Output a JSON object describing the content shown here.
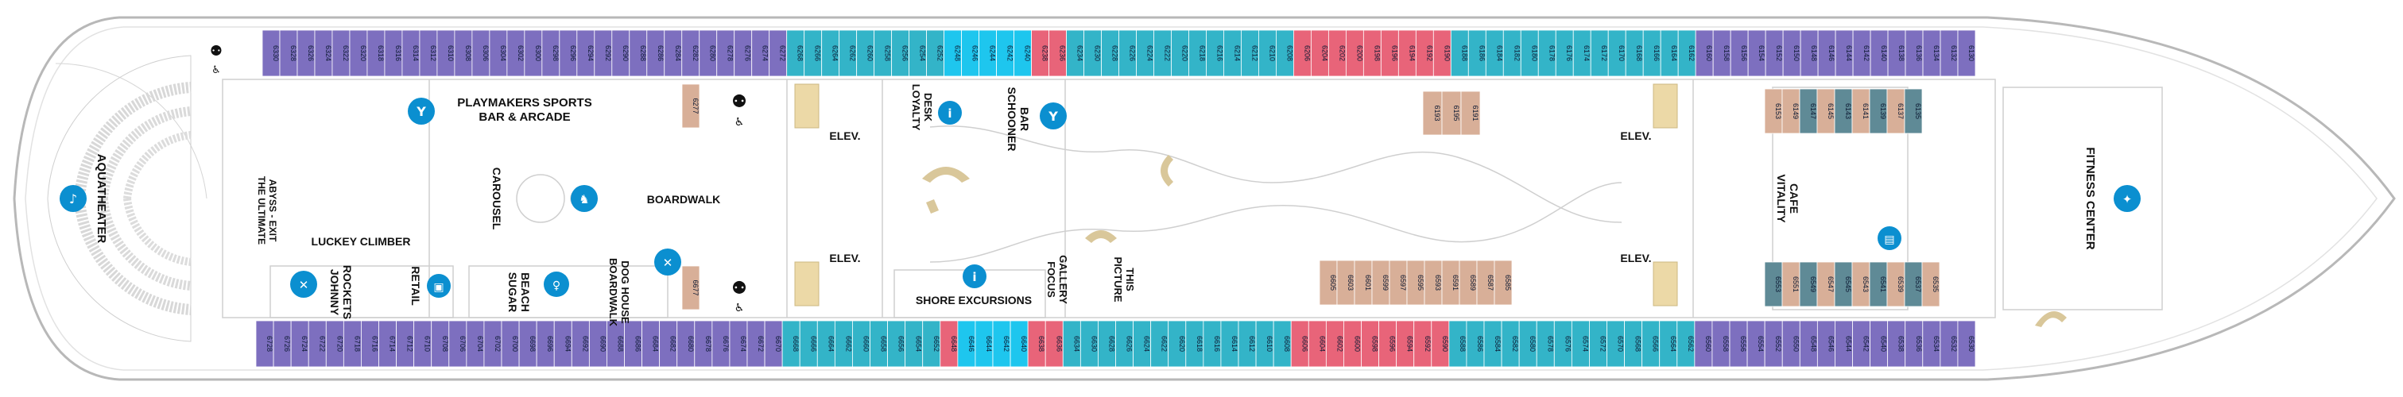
{
  "colors": {
    "purple": "#7d6fbf",
    "teal": "#33b4c8",
    "cyan": "#1ec6ee",
    "pink": "#e86479",
    "tan": "#d8af98",
    "slate": "#5f8a96",
    "accent_blue": "#0b8fd0",
    "elevator": "#ecd9a7"
  },
  "top_row": [
    {
      "n": "6330",
      "c": "purple"
    },
    {
      "n": "6328",
      "c": "purple"
    },
    {
      "n": "6326",
      "c": "purple"
    },
    {
      "n": "6324",
      "c": "purple"
    },
    {
      "n": "6322",
      "c": "purple"
    },
    {
      "n": "6320",
      "c": "purple"
    },
    {
      "n": "6318",
      "c": "purple"
    },
    {
      "n": "6316",
      "c": "purple"
    },
    {
      "n": "6314",
      "c": "purple"
    },
    {
      "n": "6312",
      "c": "purple"
    },
    {
      "n": "6310",
      "c": "purple"
    },
    {
      "n": "6308",
      "c": "purple"
    },
    {
      "n": "6306",
      "c": "purple"
    },
    {
      "n": "6304",
      "c": "purple"
    },
    {
      "n": "6302",
      "c": "purple"
    },
    {
      "n": "6300",
      "c": "purple"
    },
    {
      "n": "6298",
      "c": "purple"
    },
    {
      "n": "6296",
      "c": "purple"
    },
    {
      "n": "6294",
      "c": "purple"
    },
    {
      "n": "6292",
      "c": "purple"
    },
    {
      "n": "6290",
      "c": "purple"
    },
    {
      "n": "6288",
      "c": "purple"
    },
    {
      "n": "6286",
      "c": "purple"
    },
    {
      "n": "6284",
      "c": "purple"
    },
    {
      "n": "6282",
      "c": "purple"
    },
    {
      "n": "6280",
      "c": "purple"
    },
    {
      "n": "6278",
      "c": "purple"
    },
    {
      "n": "6276",
      "c": "purple"
    },
    {
      "n": "6274",
      "c": "purple"
    },
    {
      "n": "6272",
      "c": "purple"
    },
    {
      "n": "6268",
      "c": "teal"
    },
    {
      "n": "6266",
      "c": "teal"
    },
    {
      "n": "6264",
      "c": "teal"
    },
    {
      "n": "6262",
      "c": "teal"
    },
    {
      "n": "6260",
      "c": "teal"
    },
    {
      "n": "6258",
      "c": "teal"
    },
    {
      "n": "6256",
      "c": "teal"
    },
    {
      "n": "6254",
      "c": "teal"
    },
    {
      "n": "6252",
      "c": "teal"
    },
    {
      "n": "6248",
      "c": "cyan"
    },
    {
      "n": "6246",
      "c": "cyan"
    },
    {
      "n": "6244",
      "c": "cyan"
    },
    {
      "n": "6242",
      "c": "cyan"
    },
    {
      "n": "6240",
      "c": "cyan"
    },
    {
      "n": "6238",
      "c": "pink"
    },
    {
      "n": "6236",
      "c": "pink"
    },
    {
      "n": "6234",
      "c": "teal"
    },
    {
      "n": "6230",
      "c": "teal"
    },
    {
      "n": "6228",
      "c": "teal"
    },
    {
      "n": "6226",
      "c": "teal"
    },
    {
      "n": "6224",
      "c": "teal"
    },
    {
      "n": "6222",
      "c": "teal"
    },
    {
      "n": "6220",
      "c": "teal"
    },
    {
      "n": "6218",
      "c": "teal"
    },
    {
      "n": "6216",
      "c": "teal"
    },
    {
      "n": "6214",
      "c": "teal"
    },
    {
      "n": "6212",
      "c": "teal"
    },
    {
      "n": "6210",
      "c": "teal"
    },
    {
      "n": "6208",
      "c": "teal"
    },
    {
      "n": "6206",
      "c": "pink"
    },
    {
      "n": "6204",
      "c": "pink"
    },
    {
      "n": "6202",
      "c": "pink"
    },
    {
      "n": "6200",
      "c": "pink"
    },
    {
      "n": "6198",
      "c": "pink"
    },
    {
      "n": "6196",
      "c": "pink"
    },
    {
      "n": "6194",
      "c": "pink"
    },
    {
      "n": "6192",
      "c": "pink"
    },
    {
      "n": "6190",
      "c": "pink"
    },
    {
      "n": "6188",
      "c": "teal"
    },
    {
      "n": "6186",
      "c": "teal"
    },
    {
      "n": "6184",
      "c": "teal"
    },
    {
      "n": "6182",
      "c": "teal"
    },
    {
      "n": "6180",
      "c": "teal"
    },
    {
      "n": "6178",
      "c": "teal"
    },
    {
      "n": "6176",
      "c": "teal"
    },
    {
      "n": "6174",
      "c": "teal"
    },
    {
      "n": "6172",
      "c": "teal"
    },
    {
      "n": "6170",
      "c": "teal"
    },
    {
      "n": "6168",
      "c": "teal"
    },
    {
      "n": "6166",
      "c": "teal"
    },
    {
      "n": "6164",
      "c": "teal"
    },
    {
      "n": "6162",
      "c": "teal"
    },
    {
      "n": "6160",
      "c": "purple"
    },
    {
      "n": "6158",
      "c": "purple"
    },
    {
      "n": "6156",
      "c": "purple"
    },
    {
      "n": "6154",
      "c": "purple"
    },
    {
      "n": "6152",
      "c": "purple"
    },
    {
      "n": "6150",
      "c": "purple"
    },
    {
      "n": "6148",
      "c": "purple"
    },
    {
      "n": "6146",
      "c": "purple"
    },
    {
      "n": "6144",
      "c": "purple"
    },
    {
      "n": "6142",
      "c": "purple"
    },
    {
      "n": "6140",
      "c": "purple"
    },
    {
      "n": "6138",
      "c": "purple"
    },
    {
      "n": "6136",
      "c": "purple"
    },
    {
      "n": "6134",
      "c": "purple"
    },
    {
      "n": "6132",
      "c": "purple"
    },
    {
      "n": "6130",
      "c": "purple"
    }
  ],
  "bottom_row": [
    {
      "n": "6728",
      "c": "purple"
    },
    {
      "n": "6726",
      "c": "purple"
    },
    {
      "n": "6724",
      "c": "purple"
    },
    {
      "n": "6722",
      "c": "purple"
    },
    {
      "n": "6720",
      "c": "purple"
    },
    {
      "n": "6718",
      "c": "purple"
    },
    {
      "n": "6716",
      "c": "purple"
    },
    {
      "n": "6714",
      "c": "purple"
    },
    {
      "n": "6712",
      "c": "purple"
    },
    {
      "n": "6710",
      "c": "purple"
    },
    {
      "n": "6708",
      "c": "purple"
    },
    {
      "n": "6706",
      "c": "purple"
    },
    {
      "n": "6704",
      "c": "purple"
    },
    {
      "n": "6702",
      "c": "purple"
    },
    {
      "n": "6700",
      "c": "purple"
    },
    {
      "n": "6698",
      "c": "purple"
    },
    {
      "n": "6696",
      "c": "purple"
    },
    {
      "n": "6694",
      "c": "purple"
    },
    {
      "n": "6692",
      "c": "purple"
    },
    {
      "n": "6690",
      "c": "purple"
    },
    {
      "n": "6688",
      "c": "purple"
    },
    {
      "n": "6686",
      "c": "purple"
    },
    {
      "n": "6684",
      "c": "purple"
    },
    {
      "n": "6682",
      "c": "purple"
    },
    {
      "n": "6680",
      "c": "purple"
    },
    {
      "n": "6678",
      "c": "purple"
    },
    {
      "n": "6676",
      "c": "purple"
    },
    {
      "n": "6674",
      "c": "purple"
    },
    {
      "n": "6672",
      "c": "purple"
    },
    {
      "n": "6670",
      "c": "purple"
    },
    {
      "n": "6668",
      "c": "teal"
    },
    {
      "n": "6666",
      "c": "teal"
    },
    {
      "n": "6664",
      "c": "teal"
    },
    {
      "n": "6662",
      "c": "teal"
    },
    {
      "n": "6660",
      "c": "teal"
    },
    {
      "n": "6658",
      "c": "teal"
    },
    {
      "n": "6656",
      "c": "teal"
    },
    {
      "n": "6654",
      "c": "teal"
    },
    {
      "n": "6652",
      "c": "teal"
    },
    {
      "n": "6648",
      "c": "pink"
    },
    {
      "n": "6646",
      "c": "cyan"
    },
    {
      "n": "6644",
      "c": "cyan"
    },
    {
      "n": "6642",
      "c": "cyan"
    },
    {
      "n": "6640",
      "c": "cyan"
    },
    {
      "n": "6638",
      "c": "pink"
    },
    {
      "n": "6636",
      "c": "pink"
    },
    {
      "n": "6634",
      "c": "teal"
    },
    {
      "n": "6630",
      "c": "teal"
    },
    {
      "n": "6628",
      "c": "teal"
    },
    {
      "n": "6626",
      "c": "teal"
    },
    {
      "n": "6624",
      "c": "teal"
    },
    {
      "n": "6622",
      "c": "teal"
    },
    {
      "n": "6620",
      "c": "teal"
    },
    {
      "n": "6618",
      "c": "teal"
    },
    {
      "n": "6616",
      "c": "teal"
    },
    {
      "n": "6614",
      "c": "teal"
    },
    {
      "n": "6612",
      "c": "teal"
    },
    {
      "n": "6610",
      "c": "teal"
    },
    {
      "n": "6608",
      "c": "teal"
    },
    {
      "n": "6606",
      "c": "pink"
    },
    {
      "n": "6604",
      "c": "pink"
    },
    {
      "n": "6602",
      "c": "pink"
    },
    {
      "n": "6600",
      "c": "pink"
    },
    {
      "n": "6598",
      "c": "pink"
    },
    {
      "n": "6596",
      "c": "pink"
    },
    {
      "n": "6594",
      "c": "pink"
    },
    {
      "n": "6592",
      "c": "pink"
    },
    {
      "n": "6590",
      "c": "pink"
    },
    {
      "n": "6588",
      "c": "teal"
    },
    {
      "n": "6586",
      "c": "teal"
    },
    {
      "n": "6584",
      "c": "teal"
    },
    {
      "n": "6582",
      "c": "teal"
    },
    {
      "n": "6580",
      "c": "teal"
    },
    {
      "n": "6578",
      "c": "teal"
    },
    {
      "n": "6576",
      "c": "teal"
    },
    {
      "n": "6574",
      "c": "teal"
    },
    {
      "n": "6572",
      "c": "teal"
    },
    {
      "n": "6570",
      "c": "teal"
    },
    {
      "n": "6568",
      "c": "teal"
    },
    {
      "n": "6566",
      "c": "teal"
    },
    {
      "n": "6564",
      "c": "teal"
    },
    {
      "n": "6562",
      "c": "teal"
    },
    {
      "n": "6560",
      "c": "purple"
    },
    {
      "n": "6558",
      "c": "purple"
    },
    {
      "n": "6556",
      "c": "purple"
    },
    {
      "n": "6554",
      "c": "purple"
    },
    {
      "n": "6552",
      "c": "purple"
    },
    {
      "n": "6550",
      "c": "purple"
    },
    {
      "n": "6548",
      "c": "purple"
    },
    {
      "n": "6546",
      "c": "purple"
    },
    {
      "n": "6544",
      "c": "purple"
    },
    {
      "n": "6542",
      "c": "purple"
    },
    {
      "n": "6540",
      "c": "purple"
    },
    {
      "n": "6538",
      "c": "purple"
    },
    {
      "n": "6536",
      "c": "purple"
    },
    {
      "n": "6534",
      "c": "purple"
    },
    {
      "n": "6532",
      "c": "purple"
    },
    {
      "n": "6530",
      "c": "purple"
    }
  ],
  "inner_top_cabins": [
    {
      "n": "6277",
      "c": "tan"
    },
    {
      "n": "6193",
      "c": "tan"
    },
    {
      "n": "6195",
      "c": "tan"
    },
    {
      "n": "6191",
      "c": "tan"
    },
    {
      "n": "6153",
      "c": "tan"
    },
    {
      "n": "6149",
      "c": "tan"
    },
    {
      "n": "6147",
      "c": "slate"
    },
    {
      "n": "6145",
      "c": "tan"
    },
    {
      "n": "6143",
      "c": "slate"
    },
    {
      "n": "6141",
      "c": "tan"
    },
    {
      "n": "6139",
      "c": "slate"
    },
    {
      "n": "6137",
      "c": "tan"
    },
    {
      "n": "6135",
      "c": "slate"
    }
  ],
  "inner_bottom_cabins": [
    {
      "n": "6677",
      "c": "tan"
    },
    {
      "n": "6605",
      "c": "tan"
    },
    {
      "n": "6603",
      "c": "tan"
    },
    {
      "n": "6601",
      "c": "tan"
    },
    {
      "n": "6599",
      "c": "tan"
    },
    {
      "n": "6597",
      "c": "tan"
    },
    {
      "n": "6595",
      "c": "tan"
    },
    {
      "n": "6593",
      "c": "tan"
    },
    {
      "n": "6591",
      "c": "tan"
    },
    {
      "n": "6589",
      "c": "tan"
    },
    {
      "n": "6587",
      "c": "tan"
    },
    {
      "n": "6585",
      "c": "tan"
    },
    {
      "n": "6553",
      "c": "slate"
    },
    {
      "n": "6551",
      "c": "tan"
    },
    {
      "n": "6549",
      "c": "slate"
    },
    {
      "n": "6547",
      "c": "tan"
    },
    {
      "n": "6545",
      "c": "slate"
    },
    {
      "n": "6543",
      "c": "tan"
    },
    {
      "n": "6541",
      "c": "slate"
    },
    {
      "n": "6539",
      "c": "tan"
    },
    {
      "n": "6537",
      "c": "slate"
    },
    {
      "n": "6535",
      "c": "tan"
    }
  ],
  "labels": {
    "aquatheater": "AQUATHEATER",
    "playmakers_1": "PLAYMAKERS SPORTS",
    "playmakers_2": "BAR & ARCADE",
    "ultimate_1": "THE ULTIMATE",
    "ultimate_2": "ABYSS - EXIT",
    "carousel": "CAROUSEL",
    "boardwalk": "BOARDWALK",
    "luckey": "LUCKEY CLIMBER",
    "johnny_1": "JOHNNY",
    "johnny_2": "ROCKETS",
    "retail": "RETAIL",
    "sugar_1": "SUGAR",
    "sugar_2": "BEACH",
    "doghouse_1": "BOARDWALK",
    "doghouse_2": "DOG HOUSE",
    "loyalty_1": "LOYALTY",
    "loyalty_2": "DESK",
    "schooner_1": "SCHOONER",
    "schooner_2": "BAR",
    "elev": "ELEV.",
    "shore": "SHORE EXCURSIONS",
    "focus_1": "FOCUS",
    "focus_2": "GALLERY",
    "picture_1": "PICTURE",
    "picture_2": "THIS",
    "vitality_1": "VITALITY",
    "vitality_2": "CAFE",
    "fitness": "FITNESS CENTER"
  }
}
